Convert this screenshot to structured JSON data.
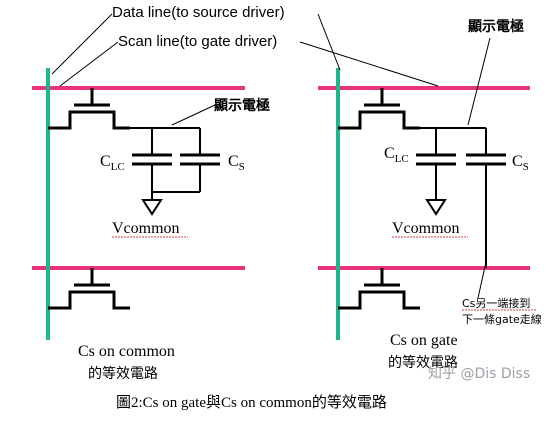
{
  "labels": {
    "data_line": "Data line(to source driver)",
    "scan_line": "Scan line(to gate driver)",
    "display_electrode_left": "顯示電極",
    "display_electrode_right": "顯示電極",
    "clc_left_main": "C",
    "clc_left_sub": "LC",
    "cs_left_main": "C",
    "cs_left_sub": "S",
    "clc_right_main": "C",
    "clc_right_sub": "LC",
    "cs_right_main": "C",
    "cs_right_sub": "S",
    "vcommon_left": "Vcommon",
    "vcommon_right": "Vcommon",
    "left_title_line1": "Cs on common",
    "left_title_line2": "的等效電路",
    "right_title_line1": "Cs on gate",
    "right_title_line2": "的等效電路",
    "cs_note_line1": "Cs另一端接到",
    "cs_note_line2": "下一條gate走線",
    "caption": "圖2:Cs on gate與Cs on common的等效電路",
    "watermark": "知乎 @Dis Diss"
  },
  "colors": {
    "scan_line": "#e8327a",
    "data_line": "#1fb58c",
    "wire": "#000000",
    "underline": "#d04040"
  }
}
